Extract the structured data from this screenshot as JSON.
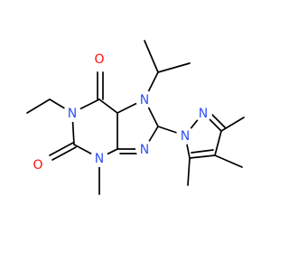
{
  "molecule": {
    "colors": {
      "bond": "#000000",
      "nitrogen": "#3050F8",
      "oxygen": "#FF0D0D",
      "background": "#ffffff"
    },
    "atoms": [
      {
        "id": "o_top",
        "element": "O",
        "label": "O"
      },
      {
        "id": "o_left",
        "element": "O",
        "label": "O"
      },
      {
        "id": "n1",
        "element": "N",
        "label": "N"
      },
      {
        "id": "n3",
        "element": "N",
        "label": "N"
      },
      {
        "id": "n7",
        "element": "N",
        "label": "N"
      },
      {
        "id": "n9",
        "element": "N",
        "label": "N"
      },
      {
        "id": "pz_n1",
        "element": "N",
        "label": "N"
      },
      {
        "id": "pz_n2",
        "element": "N",
        "label": "N"
      }
    ]
  }
}
